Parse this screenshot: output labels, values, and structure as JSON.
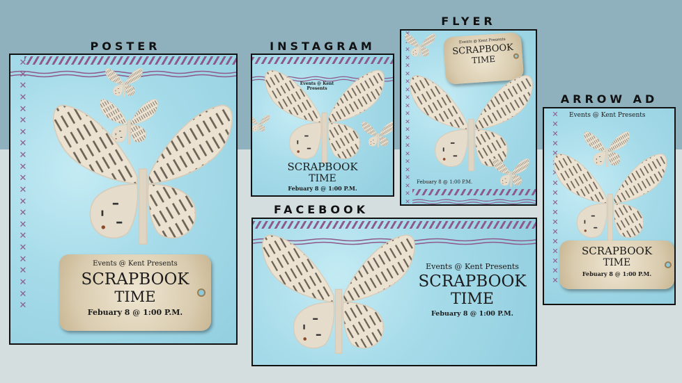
{
  "labels": {
    "poster": "POSTER",
    "instagram": "INSTAGRAM",
    "flyer": "FLYER",
    "facebook": "FACEBOOK",
    "arrow_ad": "ARROW AD"
  },
  "event": {
    "presenter": "Events @ Kent Presents",
    "presenter_line1": "Events @ Kent",
    "presenter_line2": "Presents",
    "title_line1": "SCRAPBOOK",
    "title_line2": "TIME",
    "date": "Febuary 8 @ 1:00 P.M."
  },
  "colors": {
    "top_background": "#8fb0bd",
    "bottom_background": "#d4dedf",
    "panel_blue": "#a6dbe9",
    "accent_purple": "#8e5a8c",
    "paper": "#e9dfce",
    "tag": "#d9cbae"
  },
  "decor": {
    "x_mark": "✕"
  }
}
